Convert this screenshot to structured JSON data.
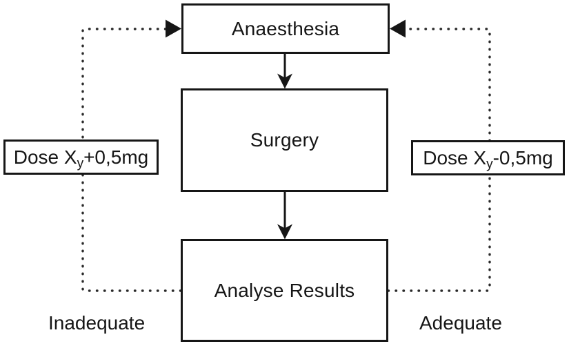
{
  "diagram": {
    "nodes": {
      "anaesthesia": {
        "label": "Anaesthesia"
      },
      "surgery": {
        "label": "Surgery"
      },
      "analyse_results": {
        "label": "Analyse Results"
      }
    },
    "feedback": {
      "left": {
        "dose_prefix": "Dose X",
        "dose_subscript": "y",
        "dose_suffix": "+0,5mg",
        "branch_label": "Inadequate"
      },
      "right": {
        "dose_prefix": "Dose X",
        "dose_subscript": "y",
        "dose_suffix": "-0,5mg",
        "branch_label": "Adequate"
      }
    },
    "colors": {
      "stroke": "#161616",
      "node_fill": "#ffffff",
      "background": "#ffffff"
    }
  }
}
